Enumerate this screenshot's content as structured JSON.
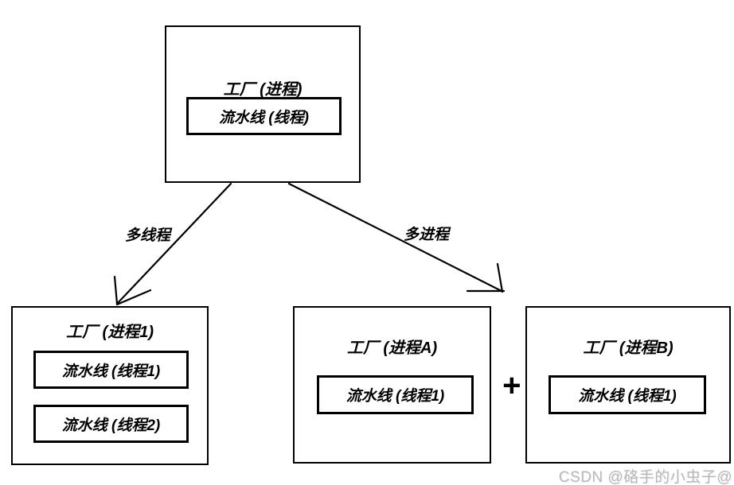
{
  "factories": {
    "parent": {
      "title": "工厂 (进程)",
      "pipelines": [
        "流水线 (线程)"
      ]
    },
    "left": {
      "title": "工厂 (进程1)",
      "pipelines": [
        "流水线 (线程1)",
        "流水线 (线程2)"
      ]
    },
    "middle": {
      "title": "工厂 (进程A)",
      "pipelines": [
        "流水线 (线程1)"
      ]
    },
    "right": {
      "title": "工厂 (进程B)",
      "pipelines": [
        "流水线 (线程1)"
      ]
    }
  },
  "arrows": {
    "left_label": "多线程",
    "right_label": "多进程"
  },
  "operator": {
    "plus": "+"
  },
  "watermark": {
    "text": "CSDN @硌手的小虫子@",
    "color": "#b6b8bb"
  },
  "colors": {
    "line": "#000000",
    "background": "#ffffff",
    "text": "#000000"
  }
}
